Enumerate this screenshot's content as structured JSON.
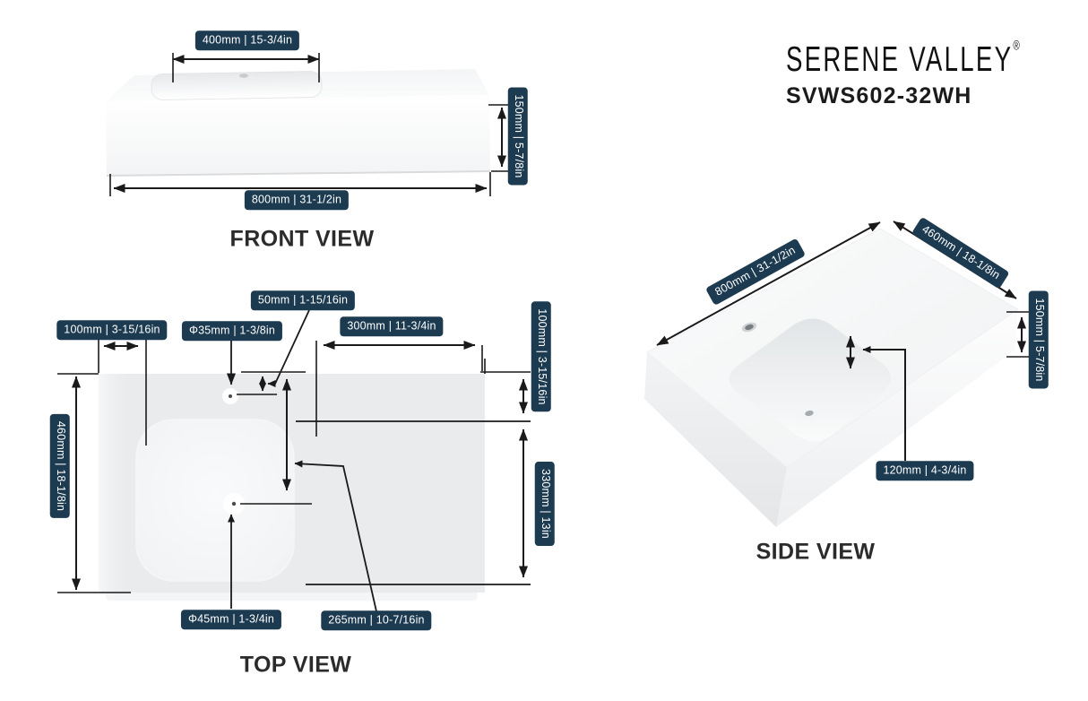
{
  "brand": {
    "name": "SERENE VALLEY",
    "reg": "®",
    "model": "SVWS602-32WH"
  },
  "front_view": {
    "title": "FRONT VIEW",
    "dim_basin_width": "400mm | 15-3/4in",
    "dim_height": "150mm | 5-7/8in",
    "dim_width": "800mm | 31-1/2in"
  },
  "top_view": {
    "title": "TOP VIEW",
    "dim_left_offset": "100mm | 3-15/16in",
    "dim_faucet_hole": "Φ35mm | 1-3/8in",
    "dim_faucet_setback": "50mm | 1-15/16in",
    "dim_counter_width": "300mm | 11-3/4in",
    "dim_back_offset": "100mm | 3-15/16in",
    "dim_depth": "460mm | 18-1/8in",
    "dim_basin_depth": "330mm | 13in",
    "dim_drain_hole": "Φ45mm | 1-3/4in",
    "dim_drain_setback": "265mm | 10-7/16in"
  },
  "side_view": {
    "title": "SIDE VIEW",
    "dim_width": "800mm | 31-1/2in",
    "dim_depth": "460mm | 18-1/8in",
    "dim_height": "150mm | 5-7/8in",
    "dim_basin_inner_depth": "120mm | 4-3/4in"
  },
  "colors": {
    "label_bg": "#1c3a50",
    "label_text": "#ffffff",
    "line": "#1a1a1a",
    "title_text": "#2b2b2b",
    "sink_shade": "#e9ebec"
  }
}
